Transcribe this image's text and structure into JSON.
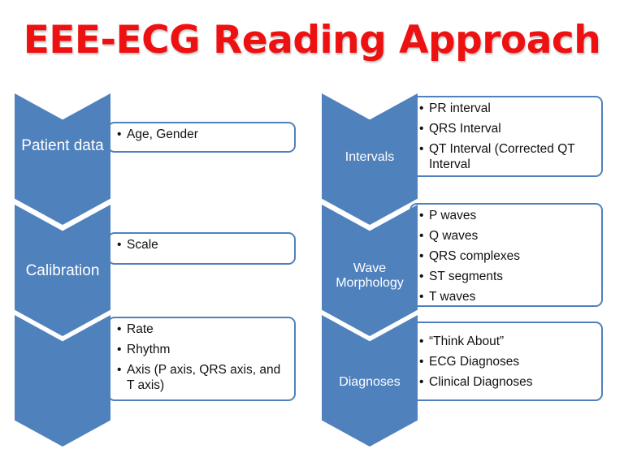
{
  "title": "EEE-ECG Reading Approach",
  "colors": {
    "title": "#ee1111",
    "chevron": "#4f81bd",
    "box_border": "#4f81bd"
  },
  "left": [
    {
      "label": "Patient data",
      "items": [
        "Age, Gender"
      ]
    },
    {
      "label": "Calibration",
      "items": [
        "Scale"
      ]
    },
    {
      "label": "",
      "items": [
        "Rate",
        "Rhythm",
        "Axis (P axis, QRS axis, and T axis)"
      ]
    }
  ],
  "right": [
    {
      "label": "Intervals",
      "items": [
        "PR interval",
        "QRS Interval",
        "QT Interval (Corrected QT Interval"
      ]
    },
    {
      "label": "Wave Morphology",
      "items": [
        "P waves",
        "Q waves",
        "QRS complexes",
        "ST segments",
        "T waves"
      ]
    },
    {
      "label": "Diagnoses",
      "items": [
        "“Think About”",
        "ECG Diagnoses",
        "Clinical Diagnoses"
      ]
    }
  ]
}
